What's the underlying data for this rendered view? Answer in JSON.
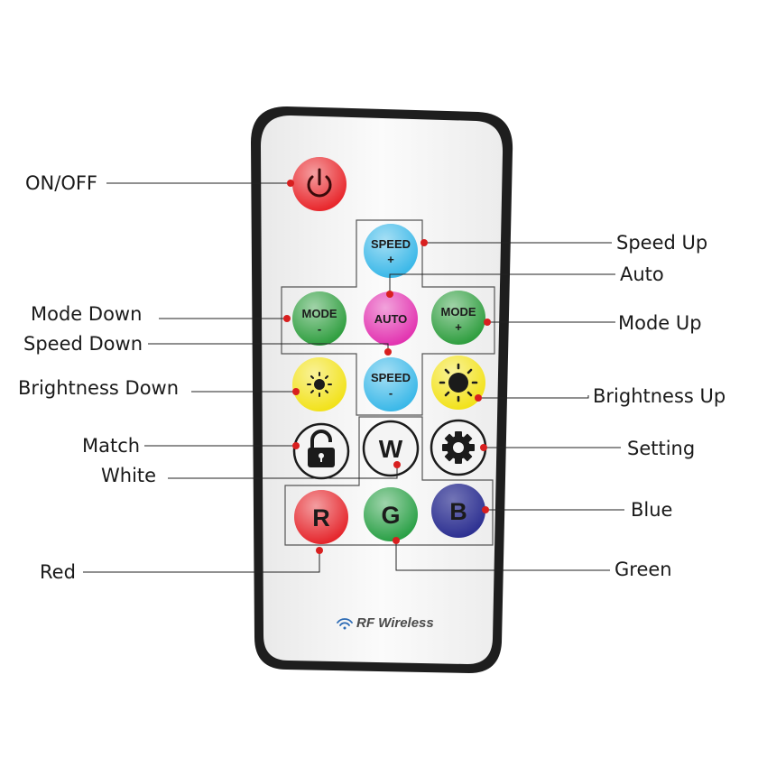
{
  "labels": {
    "on_off": "ON/OFF",
    "speed_up": "Speed Up",
    "auto": "Auto",
    "mode_down": "Mode Down",
    "mode_up": "Mode Up",
    "speed_down": "Speed Down",
    "brightness_down": "Brightness Down",
    "brightness_up": "Brightness Up",
    "match": "Match",
    "setting": "Setting",
    "white": "White",
    "blue": "Blue",
    "red": "Red",
    "green": "Green"
  },
  "buttons": {
    "speed_plus_top": "SPEED",
    "speed_plus_bottom": "+",
    "mode_minus_top": "MODE",
    "mode_minus_bottom": "-",
    "auto": "AUTO",
    "mode_plus_top": "MODE",
    "mode_plus_bottom": "+",
    "speed_minus_top": "SPEED",
    "speed_minus_bottom": "-",
    "white": "W",
    "red": "R",
    "green": "G",
    "blue": "B"
  },
  "branding": "RF Wireless",
  "colors": {
    "power": "#e8262b",
    "speed": "#3ab8e8",
    "mode": "#2f9e3f",
    "auto": "#e233b0",
    "brightness": "#f2e21a",
    "red": "#e5262c",
    "green": "#2aa046",
    "blue": "#2e3192",
    "leader_dot": "#d81f1f",
    "body_border": "#1e1e1e",
    "body_fill": "#f6f6f6"
  },
  "icons": [
    "power-icon",
    "sun-icon",
    "lock-icon",
    "gear-icon",
    "wifi-icon"
  ]
}
